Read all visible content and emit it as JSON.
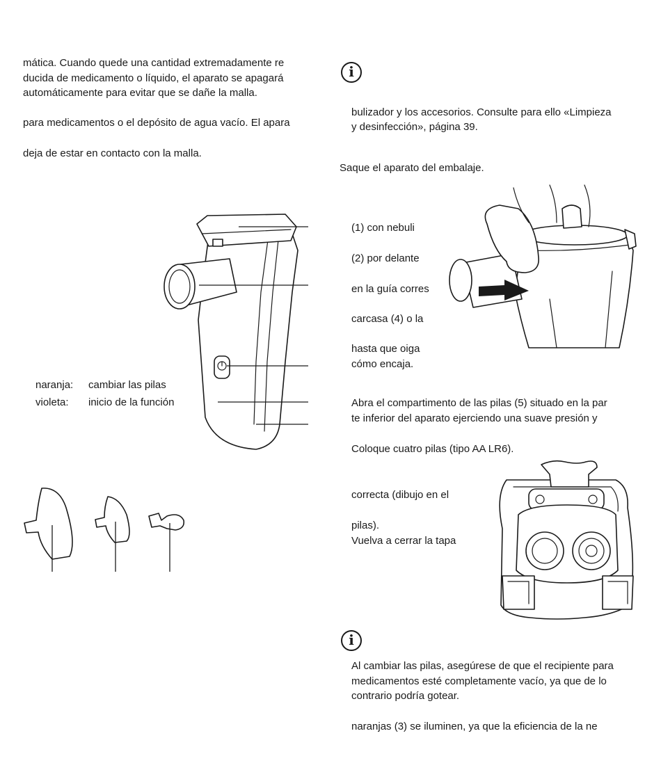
{
  "left_column": {
    "para1": [
      "mática. Cuando quede una cantidad extremadamente re",
      "ducida de medicamento o líquido, el aparato se apagará",
      "automáticamente para evitar que se dañe la malla."
    ],
    "para2": "para medicamentos o el depósito de agua vacío. El apara",
    "para3": "deja de estar en contacto con la malla.",
    "legend": [
      {
        "term": "naranja:",
        "desc": "cambiar las pilas"
      },
      {
        "term": "violeta:",
        "desc": "inicio de la función"
      }
    ]
  },
  "right_column": {
    "info_symbol": "i",
    "note1": [
      "bulizador y los accesorios. Consulte para ello «Limpieza",
      "y desinfección», página 39."
    ],
    "unpack": "Saque el aparato del embalaje.",
    "step_lines": [
      "(1) con nebuli",
      "(2) por delante",
      "en la guía corres",
      "carcasa (4) o la",
      "hasta que oiga",
      "cómo encaja."
    ],
    "battery_open": [
      "Abra el compartimento de las pilas (5) situado en la par",
      "te inferior del aparato ejerciendo una suave presión y"
    ],
    "insert_batteries": "Coloque cuatro pilas (tipo AA LR6).",
    "polarity_lines": [
      "correcta (dibujo en el",
      "pilas).",
      "Vuelva a cerrar la tapa"
    ],
    "note2": [
      "Al cambiar las pilas, asegúrese de que el recipiente para",
      "medicamentos esté completamente vacío, ya que de lo",
      "contrario podría gotear."
    ],
    "last_line": "naranjas (3) se iluminen, ya que la eficiencia de la ne"
  }
}
